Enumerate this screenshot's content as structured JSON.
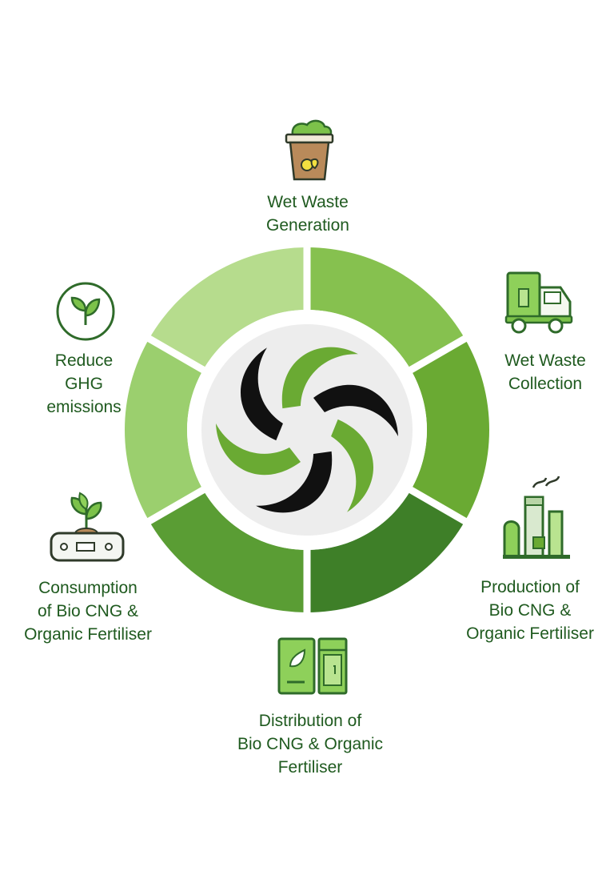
{
  "diagram": {
    "steps": [
      {
        "label_lines": [
          "Wet Waste",
          "Generation"
        ],
        "icon": "compost-bin-icon"
      },
      {
        "label_lines": [
          "Wet Waste",
          "Collection"
        ],
        "icon": "garbage-truck-icon"
      },
      {
        "label_lines": [
          "Production of",
          "Bio CNG &",
          "Organic Fertiliser"
        ],
        "icon": "factory-icon"
      },
      {
        "label_lines": [
          "Distribution of",
          "Bio CNG & Organic",
          "Fertiliser"
        ],
        "icon": "fertiliser-dispenser-icon"
      },
      {
        "label_lines": [
          "Consumption",
          "of Bio CNG &",
          "Organic Fertiliser"
        ],
        "icon": "sprout-device-icon"
      },
      {
        "label_lines": [
          "Reduce",
          "GHG",
          "emissions"
        ],
        "icon": "leaf-circle-icon"
      }
    ],
    "ring_segment_colors": [
      "#86c14f",
      "#6aaa33",
      "#3e7f28",
      "#5a9d34",
      "#9bcf6e",
      "#b6dc8d"
    ],
    "center_logo": "swirl-logo-icon",
    "text_color": "#1f5a1f"
  }
}
